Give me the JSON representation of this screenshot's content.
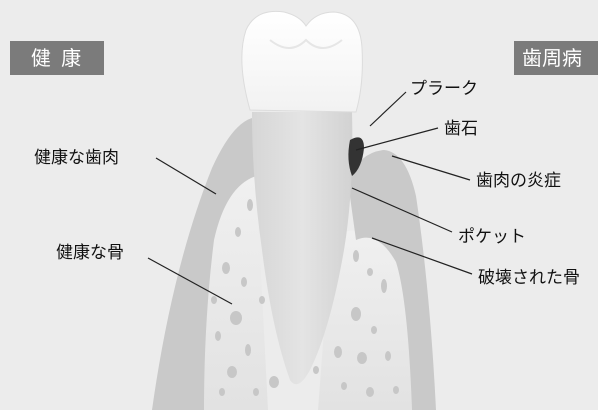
{
  "badges": {
    "healthy": "健 康",
    "periodontitis": "歯周病"
  },
  "labels": {
    "healthy_gum": "健康な歯肉",
    "healthy_bone": "健康な骨",
    "plaque": "プラーク",
    "tartar": "歯石",
    "gum_inflammation": "歯肉の炎症",
    "pocket": "ポケット",
    "destroyed_bone": "破壊された骨"
  },
  "colors": {
    "background": "#ececec",
    "badge": "#7b7b7b",
    "gum": "#c9c9c9",
    "bone": "#e9e9e9",
    "root": "#dcdcdc",
    "crown": "#ffffff",
    "tartar": "#333333",
    "leader": "#222222"
  }
}
